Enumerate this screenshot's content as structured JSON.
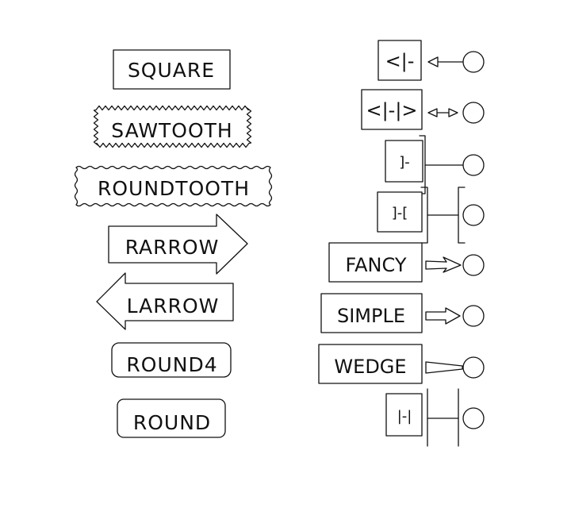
{
  "box_styles": [
    {
      "id": "square",
      "label": "SQUARE"
    },
    {
      "id": "sawtooth",
      "label": "SAWTOOTH"
    },
    {
      "id": "roundtooth",
      "label": "ROUNDTOOTH"
    },
    {
      "id": "rarrow",
      "label": "RARROW"
    },
    {
      "id": "larrow",
      "label": "LARROW"
    },
    {
      "id": "round4",
      "label": "ROUND4"
    },
    {
      "id": "round",
      "label": "ROUND"
    }
  ],
  "arrow_styles": [
    {
      "id": "open-arrow",
      "label": "<|-"
    },
    {
      "id": "double-open-arrow",
      "label": "<|-|>"
    },
    {
      "id": "bracket-a",
      "label": "]-"
    },
    {
      "id": "bracket-ab",
      "label": "]-["
    },
    {
      "id": "fancy",
      "label": "FANCY"
    },
    {
      "id": "simple",
      "label": "SIMPLE"
    },
    {
      "id": "wedge",
      "label": "WEDGE"
    },
    {
      "id": "bar-ab",
      "label": "|-|"
    }
  ]
}
